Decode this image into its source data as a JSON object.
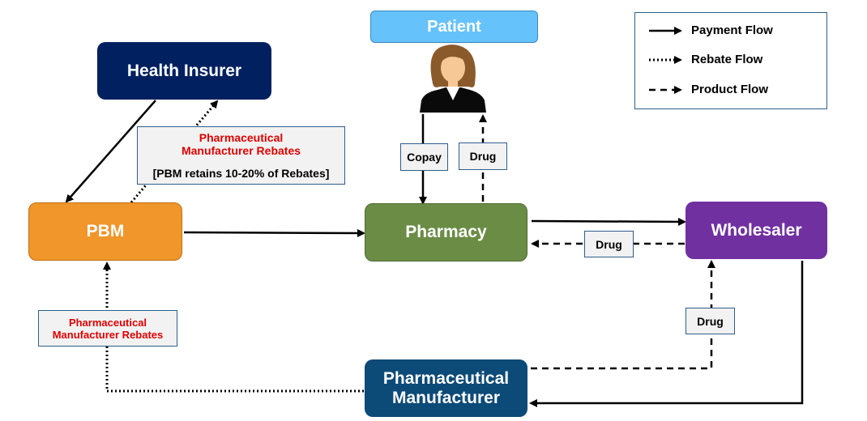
{
  "nodes": {
    "patient": "Patient",
    "health_insurer": "Health Insurer",
    "pbm": "PBM",
    "pharmacy": "Pharmacy",
    "wholesaler": "Wholesaler",
    "manufacturer_line1": "Pharmaceutical",
    "manufacturer_line2": "Manufacturer"
  },
  "labels": {
    "rebates_top_line1": "Pharmaceutical",
    "rebates_top_line2": "Manufacturer Rebates",
    "rebates_top_note": "[PBM retains 10-20% of Rebates]",
    "rebates_bottom_line1": "Pharmaceutical",
    "rebates_bottom_line2": "Manufacturer Rebates",
    "copay": "Copay",
    "drug_patient": "Drug",
    "drug_pharmacy": "Drug",
    "drug_manufacturer": "Drug"
  },
  "legend": {
    "payment": "Payment Flow",
    "rebate": "Rebate Flow",
    "product": "Product Flow"
  },
  "colors": {
    "patient": "#66c2fb",
    "health_insurer": "#002060",
    "pbm": "#f0962a",
    "pharmacy": "#6b8c45",
    "wholesaler": "#7030a0",
    "manufacturer": "#0c4a78",
    "rebate_text": "#e00000"
  },
  "icons": [
    "patient-person-icon"
  ]
}
